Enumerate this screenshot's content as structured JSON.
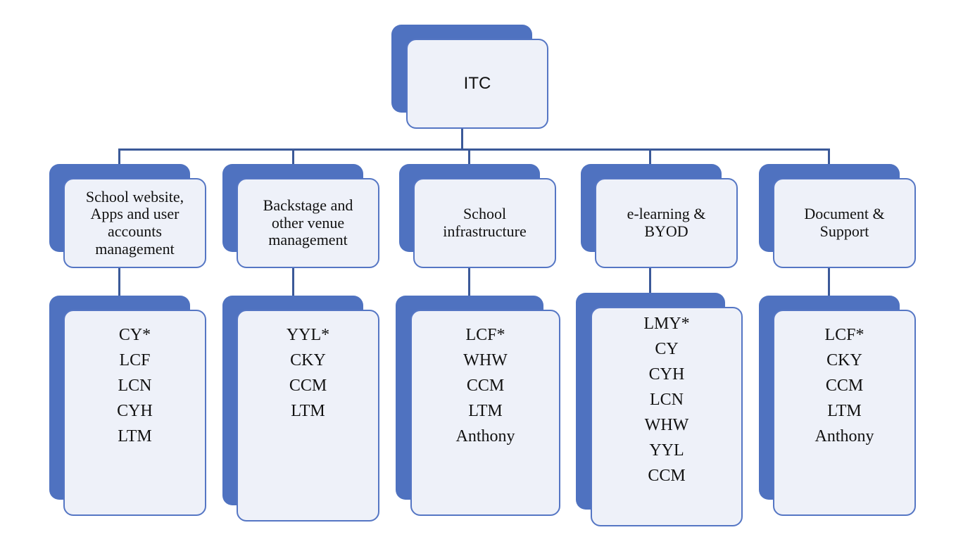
{
  "root": {
    "label": "ITC"
  },
  "categories": [
    {
      "title": "School website,\nApps and user\naccounts\nmanagement",
      "members": [
        "CY*",
        "LCF",
        "LCN",
        "CYH",
        "LTM"
      ]
    },
    {
      "title": "Backstage and\nother venue\nmanagement",
      "members": [
        "YYL*",
        "CKY",
        "CCM",
        "LTM"
      ]
    },
    {
      "title": "School\ninfrastructure",
      "members": [
        "LCF*",
        "WHW",
        "CCM",
        "LTM",
        "Anthony"
      ]
    },
    {
      "title": "e-learning  &\nBYOD",
      "members": [
        "LMY*",
        "CY",
        "CYH",
        "LCN",
        "WHW",
        "YYL",
        "CCM"
      ]
    },
    {
      "title": "Document &\nSupport",
      "members": [
        "LCF*",
        "CKY",
        "CCM",
        "LTM",
        "Anthony"
      ]
    }
  ],
  "colors": {
    "accent": "#4f72c0",
    "border": "#5576c4",
    "card_fill": "#eef1f9",
    "connector": "#3b5998"
  }
}
